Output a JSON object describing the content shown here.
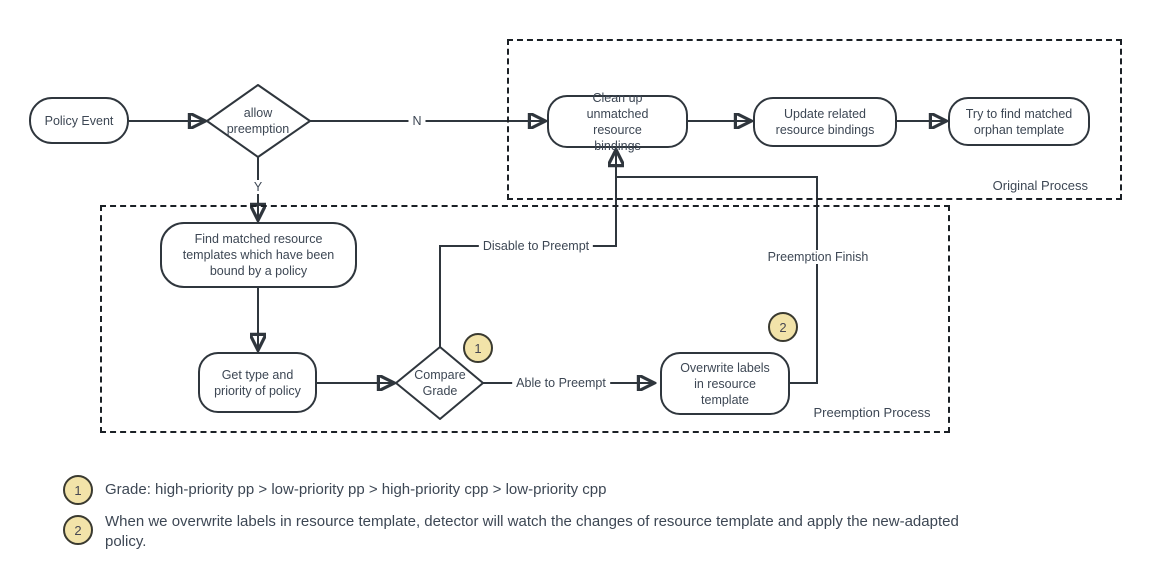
{
  "flowchart": {
    "nodes": {
      "policy_event": "Policy Event",
      "allow_preemption": "allow preemption",
      "clean_up": "Clean up unmatched resource bindings",
      "update_related": "Update related resource bindings",
      "try_find": "Try to find matched orphan template",
      "find_matched": "Find matched resource templates which have been bound by a policy",
      "get_type": "Get type and priority of policy",
      "compare_grade": "Compare Grade",
      "overwrite_labels": "Overwrite labels in resource template"
    },
    "edge_labels": {
      "no": "N",
      "yes": "Y",
      "disable_to_preempt": "Disable to Preempt",
      "able_to_preempt": "Able to Preempt",
      "preemption_finish": "Preemption Finish"
    },
    "regions": {
      "original_process": "Original Process",
      "preemption_process": "Preemption Process"
    },
    "badges": {
      "compare_grade_ref": "1",
      "overwrite_ref": "2"
    }
  },
  "notes": [
    {
      "badge": "1",
      "text": "Grade: high-priority pp > low-priority pp > high-priority cpp > low-priority cpp"
    },
    {
      "badge": "2",
      "text": "When we overwrite labels in resource template, detector will watch the changes of resource template and apply the new-adapted policy."
    }
  ],
  "colors": {
    "line": "#2f363d",
    "text": "#3d4754",
    "node_fill": "#ffffff",
    "badge_fill": "#f2e3a9",
    "badge_border": "#3a3a30",
    "background": "#ffffff"
  }
}
